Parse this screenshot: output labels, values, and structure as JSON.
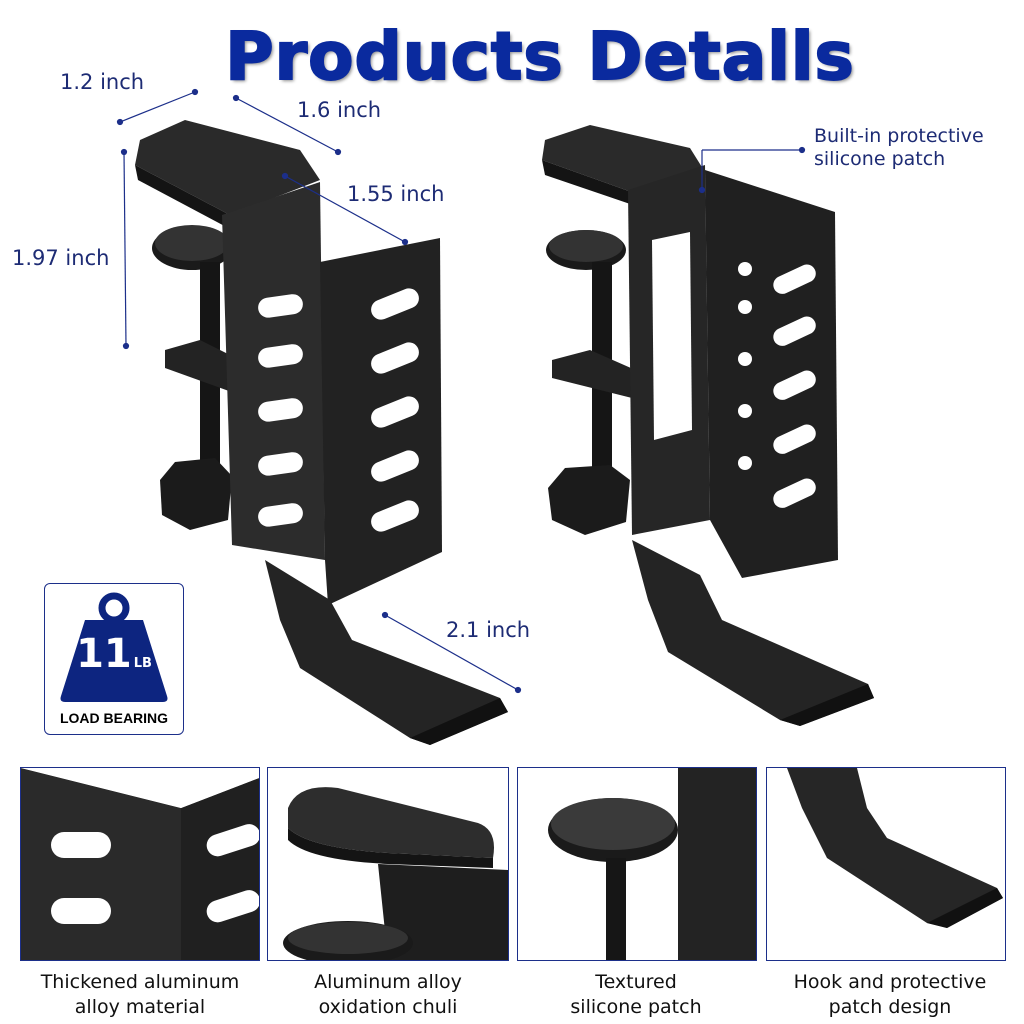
{
  "title": "Products Detalls",
  "dimensions": {
    "width": "1.2 inch",
    "depth": "1.6 inch",
    "slot": "1.55 inch",
    "height": "1.97 inch",
    "hook": "2.1 inch"
  },
  "callout": {
    "line1": "Built-in protective",
    "line2": "silicone patch"
  },
  "badge": {
    "number": "11",
    "unit": "LB",
    "caption": "LOAD BEARING"
  },
  "features": [
    {
      "line1": "Thickened aluminum",
      "line2": "alloy material"
    },
    {
      "line1": "Aluminum alloy",
      "line2": "oxidation chuli"
    },
    {
      "line1": "Textured",
      "line2": "silicone patch"
    },
    {
      "line1": "Hook and protective",
      "line2": "patch design"
    }
  ],
  "colors": {
    "title": "#0a2a9e",
    "accent": "#1c2f8a",
    "product": "#1f1f1f"
  }
}
